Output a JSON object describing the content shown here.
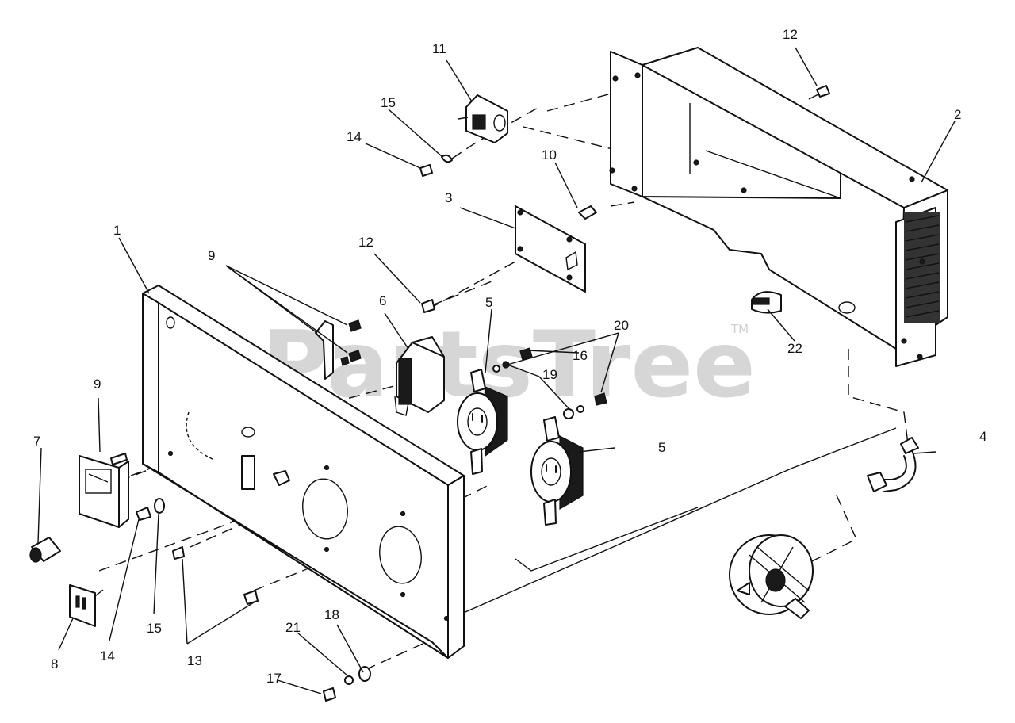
{
  "watermark": {
    "text": "PartsTree",
    "trademark": "TM"
  },
  "callouts": {
    "c1": "1",
    "c2": "2",
    "c3": "3",
    "c4": "4",
    "c5a": "5",
    "c5b": "5",
    "c6": "6",
    "c7": "7",
    "c8": "8",
    "c9a": "9",
    "c9b": "9",
    "c10": "10",
    "c11": "11",
    "c12a": "12",
    "c12b": "12",
    "c13": "13",
    "c14a": "14",
    "c14b": "14",
    "c15a": "15",
    "c15b": "15",
    "c16": "16",
    "c17": "17",
    "c18": "18",
    "c19": "19",
    "c20": "20",
    "c21": "21",
    "c22": "22"
  },
  "colors": {
    "line": "#111111",
    "watermark": "#cfcfcf",
    "background": "#ffffff"
  }
}
